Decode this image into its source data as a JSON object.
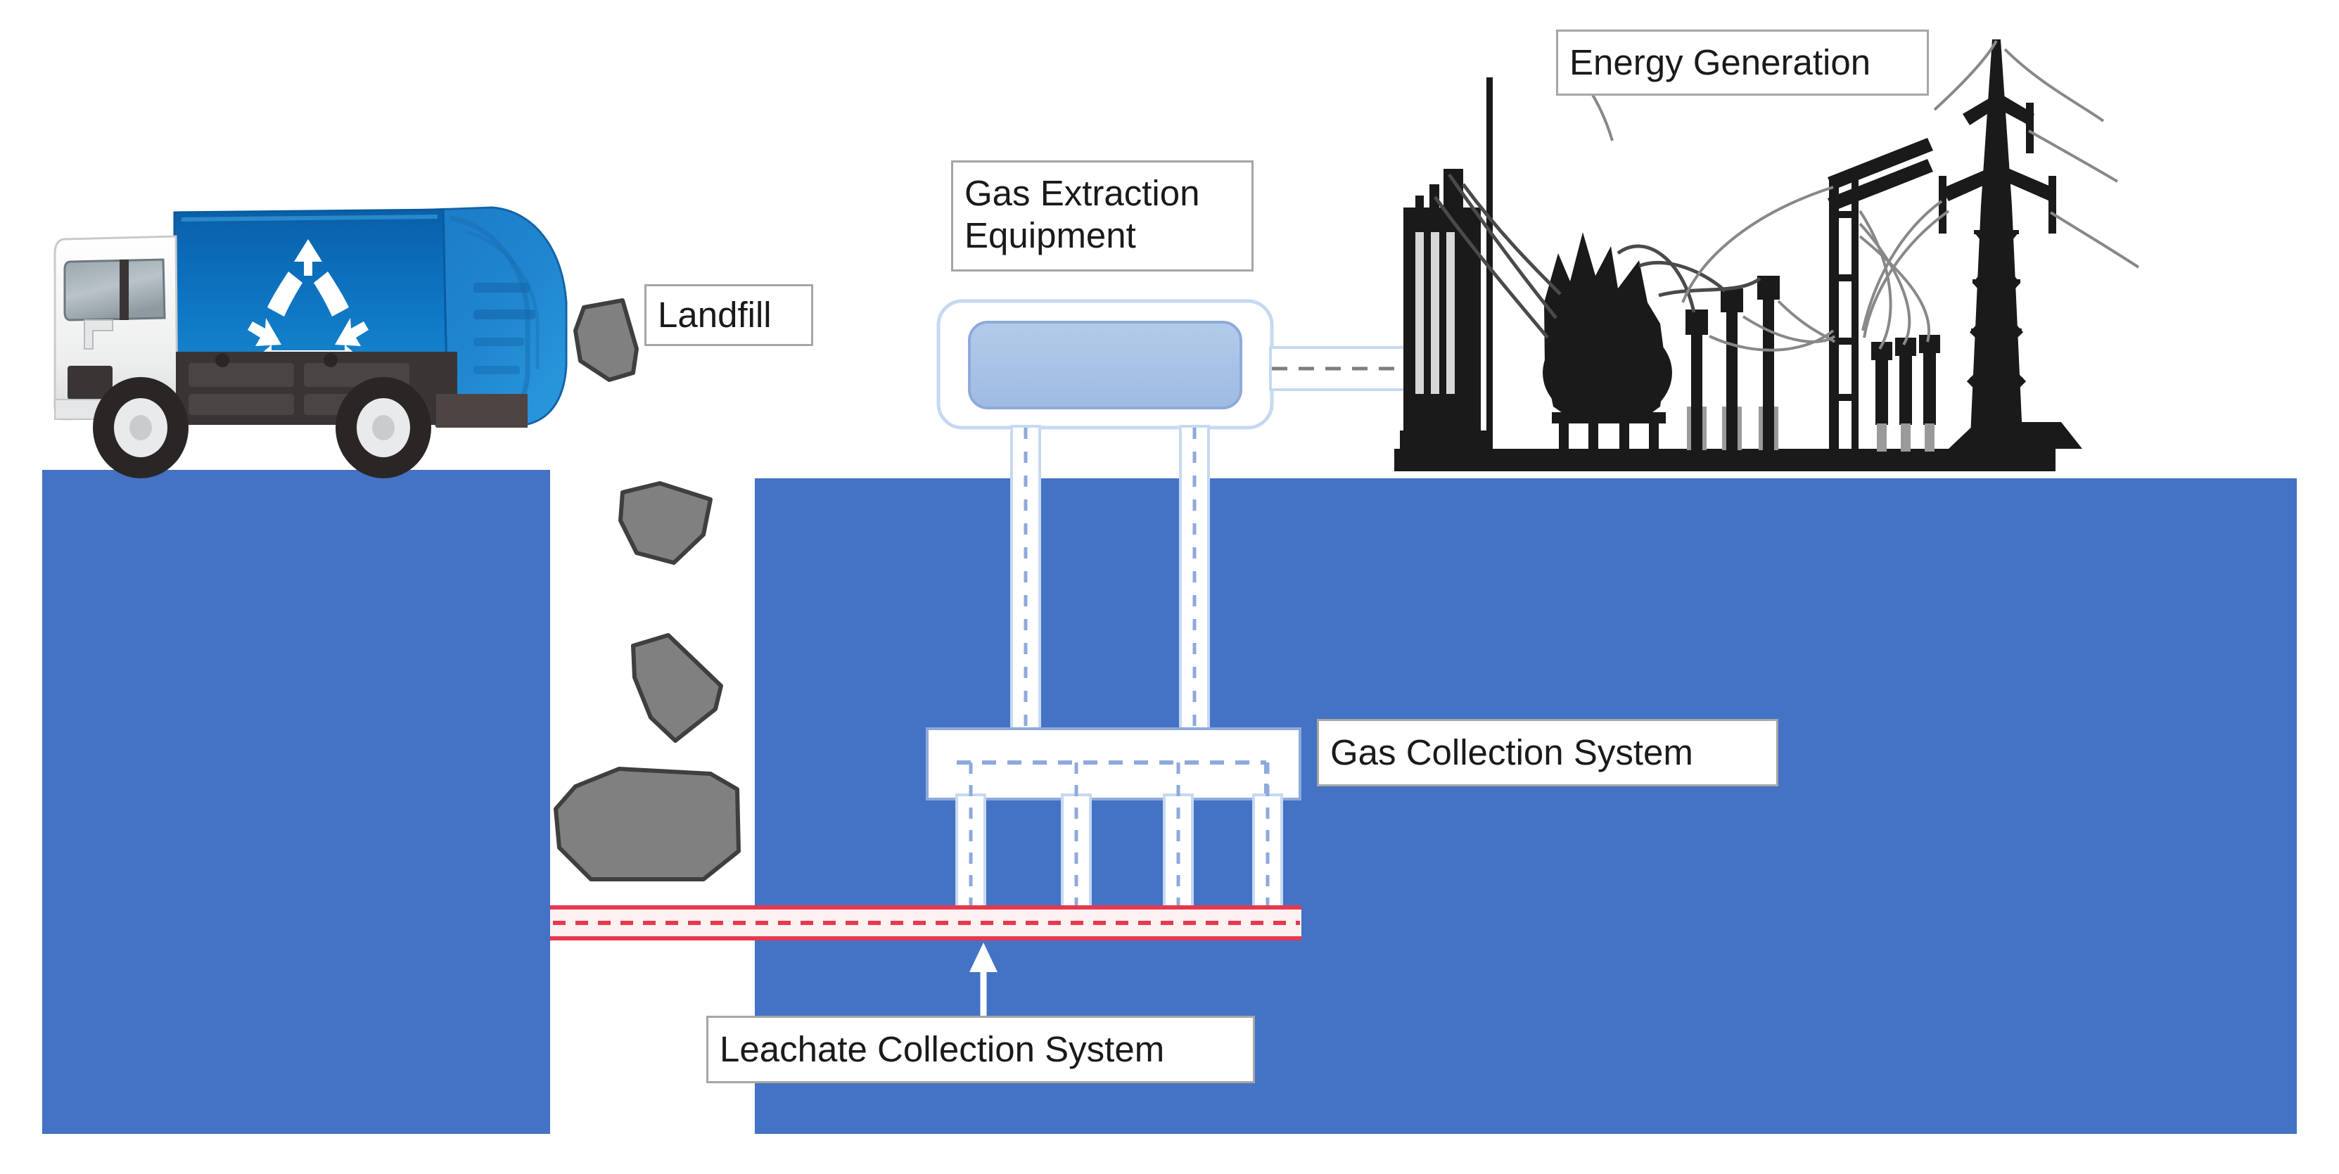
{
  "diagram": {
    "title": "Landfill Gas to Energy System Diagram",
    "type": "process-schematic",
    "background_color": "#ffffff",
    "ground_color": "#4472c4",
    "truck_body_color": "#0c6bb8",
    "waste_color": "#808080",
    "pipe_line_color": "#8ea9db",
    "leachate_color": "#e8384f",
    "silhouette_color": "#1a1a1a"
  },
  "labels": {
    "landfill": "Landfill",
    "gas_extraction_equipment": "Gas Extraction\nEquipment",
    "energy_generation": "Energy Generation",
    "gas_collection_system": "Gas Collection System",
    "leachate_collection_system": "Leachate Collection System"
  },
  "components": {
    "truck": {
      "name": "recycling-collection-truck",
      "symbol": "recycle-symbol",
      "body_color": "#0c6bb8",
      "cab_color": "#f2f2f2",
      "chassis_color": "#3a3535"
    },
    "waste_pieces": 4,
    "extraction_unit": {
      "outer_fill": "#ffffff",
      "outer_border": "#c6d9f1",
      "inner_fill": "#a8c4e8",
      "inner_border": "#8ea9db"
    },
    "gas_collection_manifold": {
      "fill": "#ffffff",
      "border": "#8ea9db",
      "vertical_risers": 2,
      "downward_laterals": 4
    },
    "leachate_layer": {
      "fill": "#fdf0f0",
      "line_color": "#e8384f"
    },
    "substation": {
      "name": "energy-generation-substation",
      "transmission_towers": 2,
      "transformers": 2
    }
  },
  "flows": [
    {
      "from": "extraction_unit",
      "to": "substation",
      "medium": "gas",
      "style": "dashed"
    },
    {
      "from": "gas_collection_manifold",
      "to": "extraction_unit",
      "medium": "gas",
      "style": "dashed"
    },
    {
      "from": "waste",
      "to": "leachate_layer",
      "medium": "leachate",
      "style": "dashed"
    }
  ]
}
